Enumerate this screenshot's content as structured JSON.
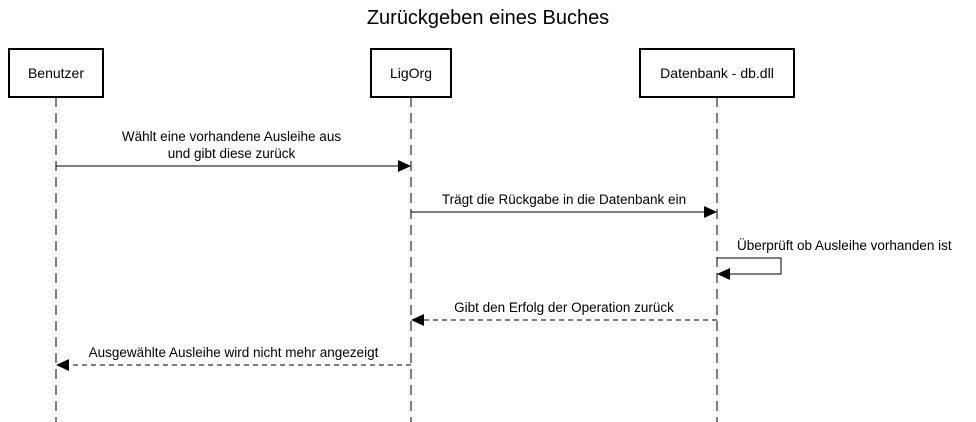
{
  "diagram": {
    "title": "Zurückgeben eines Buches",
    "participants": [
      {
        "id": "benutzer",
        "label": "Benutzer"
      },
      {
        "id": "ligorg",
        "label": "LigOrg"
      },
      {
        "id": "datenbank",
        "label": "Datenbank - db.dll"
      }
    ],
    "messages": [
      {
        "from": "benutzer",
        "to": "ligorg",
        "kind": "sync",
        "lines": [
          "Wählt eine vorhandene Ausleihe aus",
          "und gibt diese zurück"
        ]
      },
      {
        "from": "ligorg",
        "to": "datenbank",
        "kind": "sync",
        "lines": [
          "Trägt die Rückgabe in die Datenbank ein"
        ]
      },
      {
        "from": "datenbank",
        "to": "datenbank",
        "kind": "self",
        "lines": [
          "Überprüft ob Ausleihe vorhanden ist"
        ]
      },
      {
        "from": "datenbank",
        "to": "ligorg",
        "kind": "return",
        "lines": [
          "Gibt den Erfolg der Operation zurück"
        ]
      },
      {
        "from": "ligorg",
        "to": "benutzer",
        "kind": "return",
        "lines": [
          "Ausgewählte Ausleihe wird nicht mehr angezeigt"
        ]
      }
    ]
  }
}
